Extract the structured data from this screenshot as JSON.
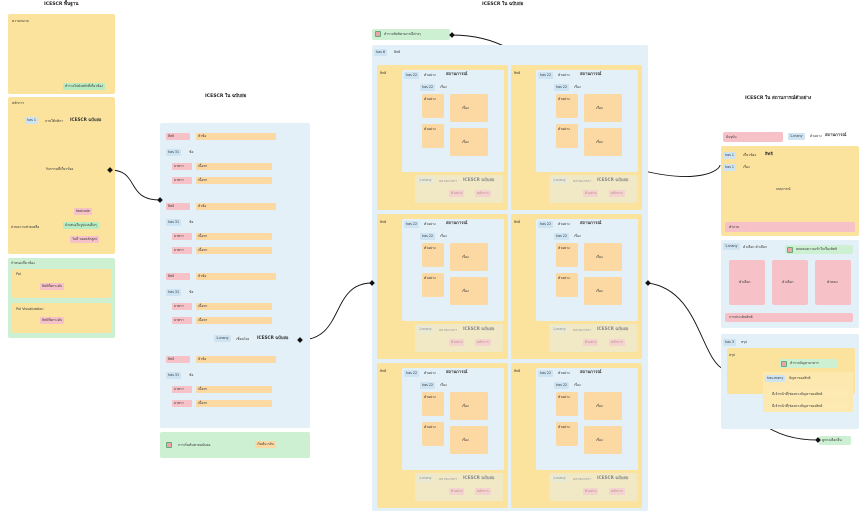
{
  "titles": {
    "left": "ICESCR พื้นฐาน",
    "mid_left": "ICESCR ใน ฉบับย่อ",
    "center": "ICESCR ใน ฉบับย่อ",
    "right": "ICESCR ใน สถานการณ์ตัวอย่าง"
  },
  "left": {
    "meaning_label": "ความหมาย",
    "meaning_tag": "สำรวจไปยังหลักที่เกี่ยวข้อง",
    "principle_label": "หลักการ",
    "principle_has": "has 1",
    "principle_text": "ภายใต้กติกา",
    "principle_name": "ICESCR ฉบับย่อ",
    "related": "กิจกรรมที่เกี่ยวข้อง",
    "extra_label": "ส่วนความช่วยเหลือ",
    "footnote": "footnote",
    "extra_tag1": "นำเสนอในรูปแบบอื่นๆ",
    "extra_tag2": "วันที่ ของหลักสูตร",
    "apply_label": "กำหนดเกี่ยวข้อง",
    "poi_title": "PoI",
    "poi_tag": "สิทธิที่ยกระดับ",
    "poivis_title": "PoI Visualization",
    "poivis_tag": "สิทธิที่ยกระดับ"
  },
  "midleft": {
    "rows": [
      {
        "a": "สิทธิ",
        "b": "หัวข้อ",
        "has": "has 31",
        "c": "ข้อ",
        "r1k": "มาตรา",
        "r1v": "เนื้อหา",
        "r2k": "มาตรา",
        "r2v": "เนื้อหา"
      },
      {
        "a": "สิทธิ",
        "b": "หัวข้อ",
        "has": "has 31",
        "c": "ข้อ",
        "r1k": "มาตรา",
        "r1v": "เนื้อหา",
        "r2k": "มาตรา",
        "r2v": "เนื้อหา"
      },
      {
        "a": "สิทธิ",
        "b": "หัวข้อ",
        "has": "has 31",
        "c": "ข้อ",
        "r1k": "มาตรา",
        "r1v": "เนื้อหา",
        "r2k": "มาตรา",
        "r2v": "เนื้อหา"
      },
      {
        "a": "สิทธิ",
        "b": "หัวข้อ",
        "has": "has 31",
        "c": "ข้อ",
        "r1k": "มาตรา",
        "r1v": "เนื้อหา",
        "r2k": "มาตรา",
        "r2v": "เนื้อหา"
      }
    ],
    "many_tag": "1-many",
    "many_text": "เชื่อมโยง",
    "many_name": "ICESCR ฉบับย่อ",
    "footer_text": "การเริ่มต้นพาสฉบับย่อ",
    "footer_tag": "เริ่มต้น กลับ"
  },
  "center": {
    "top_tag": "สำรวจสิทธิตามกรณีต่างๆ",
    "has": "has 6",
    "has_text": "สิทธิ",
    "card": {
      "label": "สิทธิ",
      "has22": "has 22",
      "ex": "ตัวอย่าง",
      "sit": "สถานการณ์",
      "has22b": "has 22",
      "story": "เรื่อง",
      "sub1": "ตัวอย่าง",
      "box1": "เรื่อง",
      "sub2": "ตัวอย่าง",
      "box2": "เรื่อง",
      "many": "1-many",
      "mt": "หลายมาตรา",
      "mn": "ICESCR ฉบับย่อ",
      "t1": "ตัวอย่าง",
      "t2": "หลักการ"
    }
  },
  "right": {
    "top_label": "ปัจจุบัน",
    "top_tag": "1-many",
    "top_text": "ตัวอย่าง",
    "top_name": "สถานการณ์",
    "has1": "has 1",
    "has1_text": "เกี่ยวข้อง",
    "has1_name": "สิทธิ",
    "has1b": "has 1",
    "has1b_text": "เรื่อง",
    "center_text": "เหตุการณ์",
    "bottom_pink": "คำถาม",
    "mid_tag": "1-many",
    "mid_text": "ตัวเลือก ตัวเลือก",
    "mid_icon": "ทดสอบความเข้าใจเรื่องสิทธิ",
    "boxes": [
      "ตัวเลือก",
      "ตัวเลือก",
      "คำตอบ"
    ],
    "result": "การประเมินสิทธิ",
    "sum_has": "has 3",
    "sum_text": "สรุป",
    "sum_label": "สรุป",
    "sum_icon": "สำรวจปัญหาอาหาร",
    "sum_many": "has-many",
    "sum_many_text": "ปัญหาของสิทธิ",
    "sum_r1": "มีเจ้าหน้าที่/ช่องทางปัญหาของสิทธิ",
    "sum_r2": "มีเจ้าหน้าที่/ช่องทางปัญหาของสิทธิ",
    "end_tag": "ดูทางเลือกอื่น"
  }
}
